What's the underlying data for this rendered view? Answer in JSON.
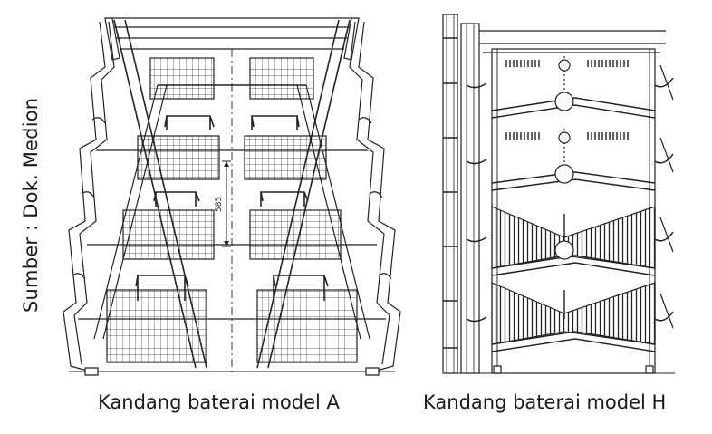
{
  "source": "Sumber : Dok. Medion",
  "figures": [
    {
      "caption": "Kandang baterai model A",
      "dimension_label": "585"
    },
    {
      "caption": "Kandang baterai model H"
    }
  ]
}
